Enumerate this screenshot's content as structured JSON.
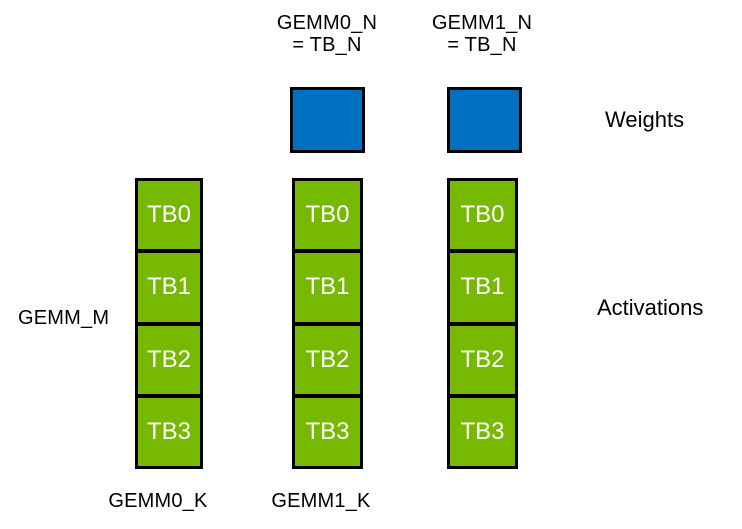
{
  "diagram": {
    "top_labels": [
      {
        "line1": "GEMM0_N",
        "line2": "= TB_N"
      },
      {
        "line1": "GEMM1_N",
        "line2": "= TB_N"
      }
    ],
    "right_labels": {
      "weights": "Weights",
      "activations": "Activations"
    },
    "left_label": "GEMM_M",
    "bottom_labels": [
      "GEMM0_K",
      "GEMM1_K"
    ],
    "columns": [
      {
        "cells": [
          "TB0",
          "TB1",
          "TB2",
          "TB3"
        ]
      },
      {
        "cells": [
          "TB0",
          "TB1",
          "TB2",
          "TB3"
        ]
      },
      {
        "cells": [
          "TB0",
          "TB1",
          "TB2",
          "TB3"
        ]
      }
    ]
  },
  "colors": {
    "weights_fill": "#0070C0",
    "activations_fill": "#76B900",
    "border": "#000000",
    "tb_text": "#FFFFFF",
    "label_text": "#000000",
    "background": "#FFFFFF"
  }
}
